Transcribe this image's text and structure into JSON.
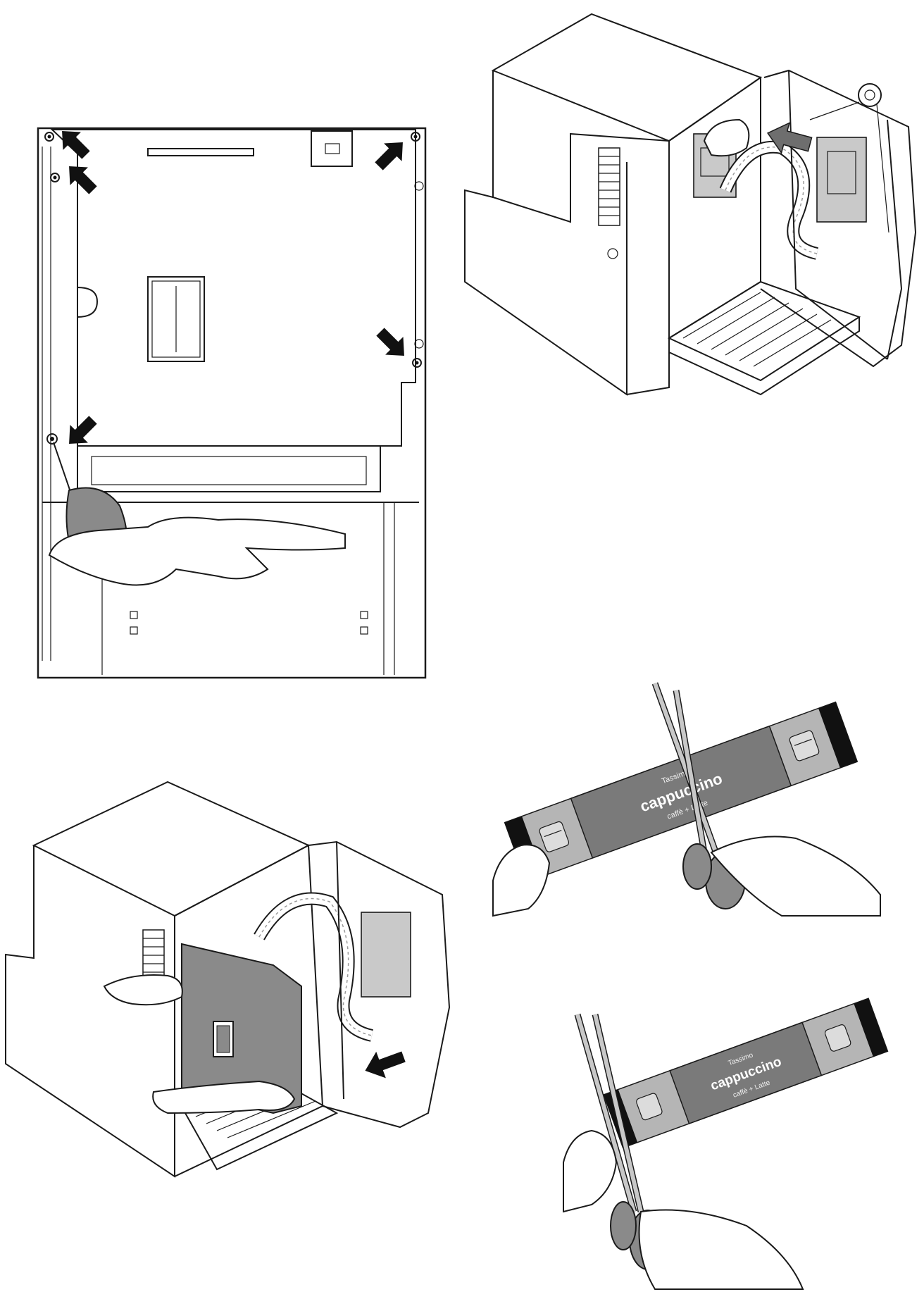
{
  "packet_text": {
    "top": "Tassimo",
    "main": "cappuccino",
    "sub": "caffè + Latte"
  },
  "colors": {
    "line": "#1a1a1a",
    "grey_fill": "#8a8a8a",
    "band_fill": "#7a7a7a",
    "arrow": "#111111"
  }
}
